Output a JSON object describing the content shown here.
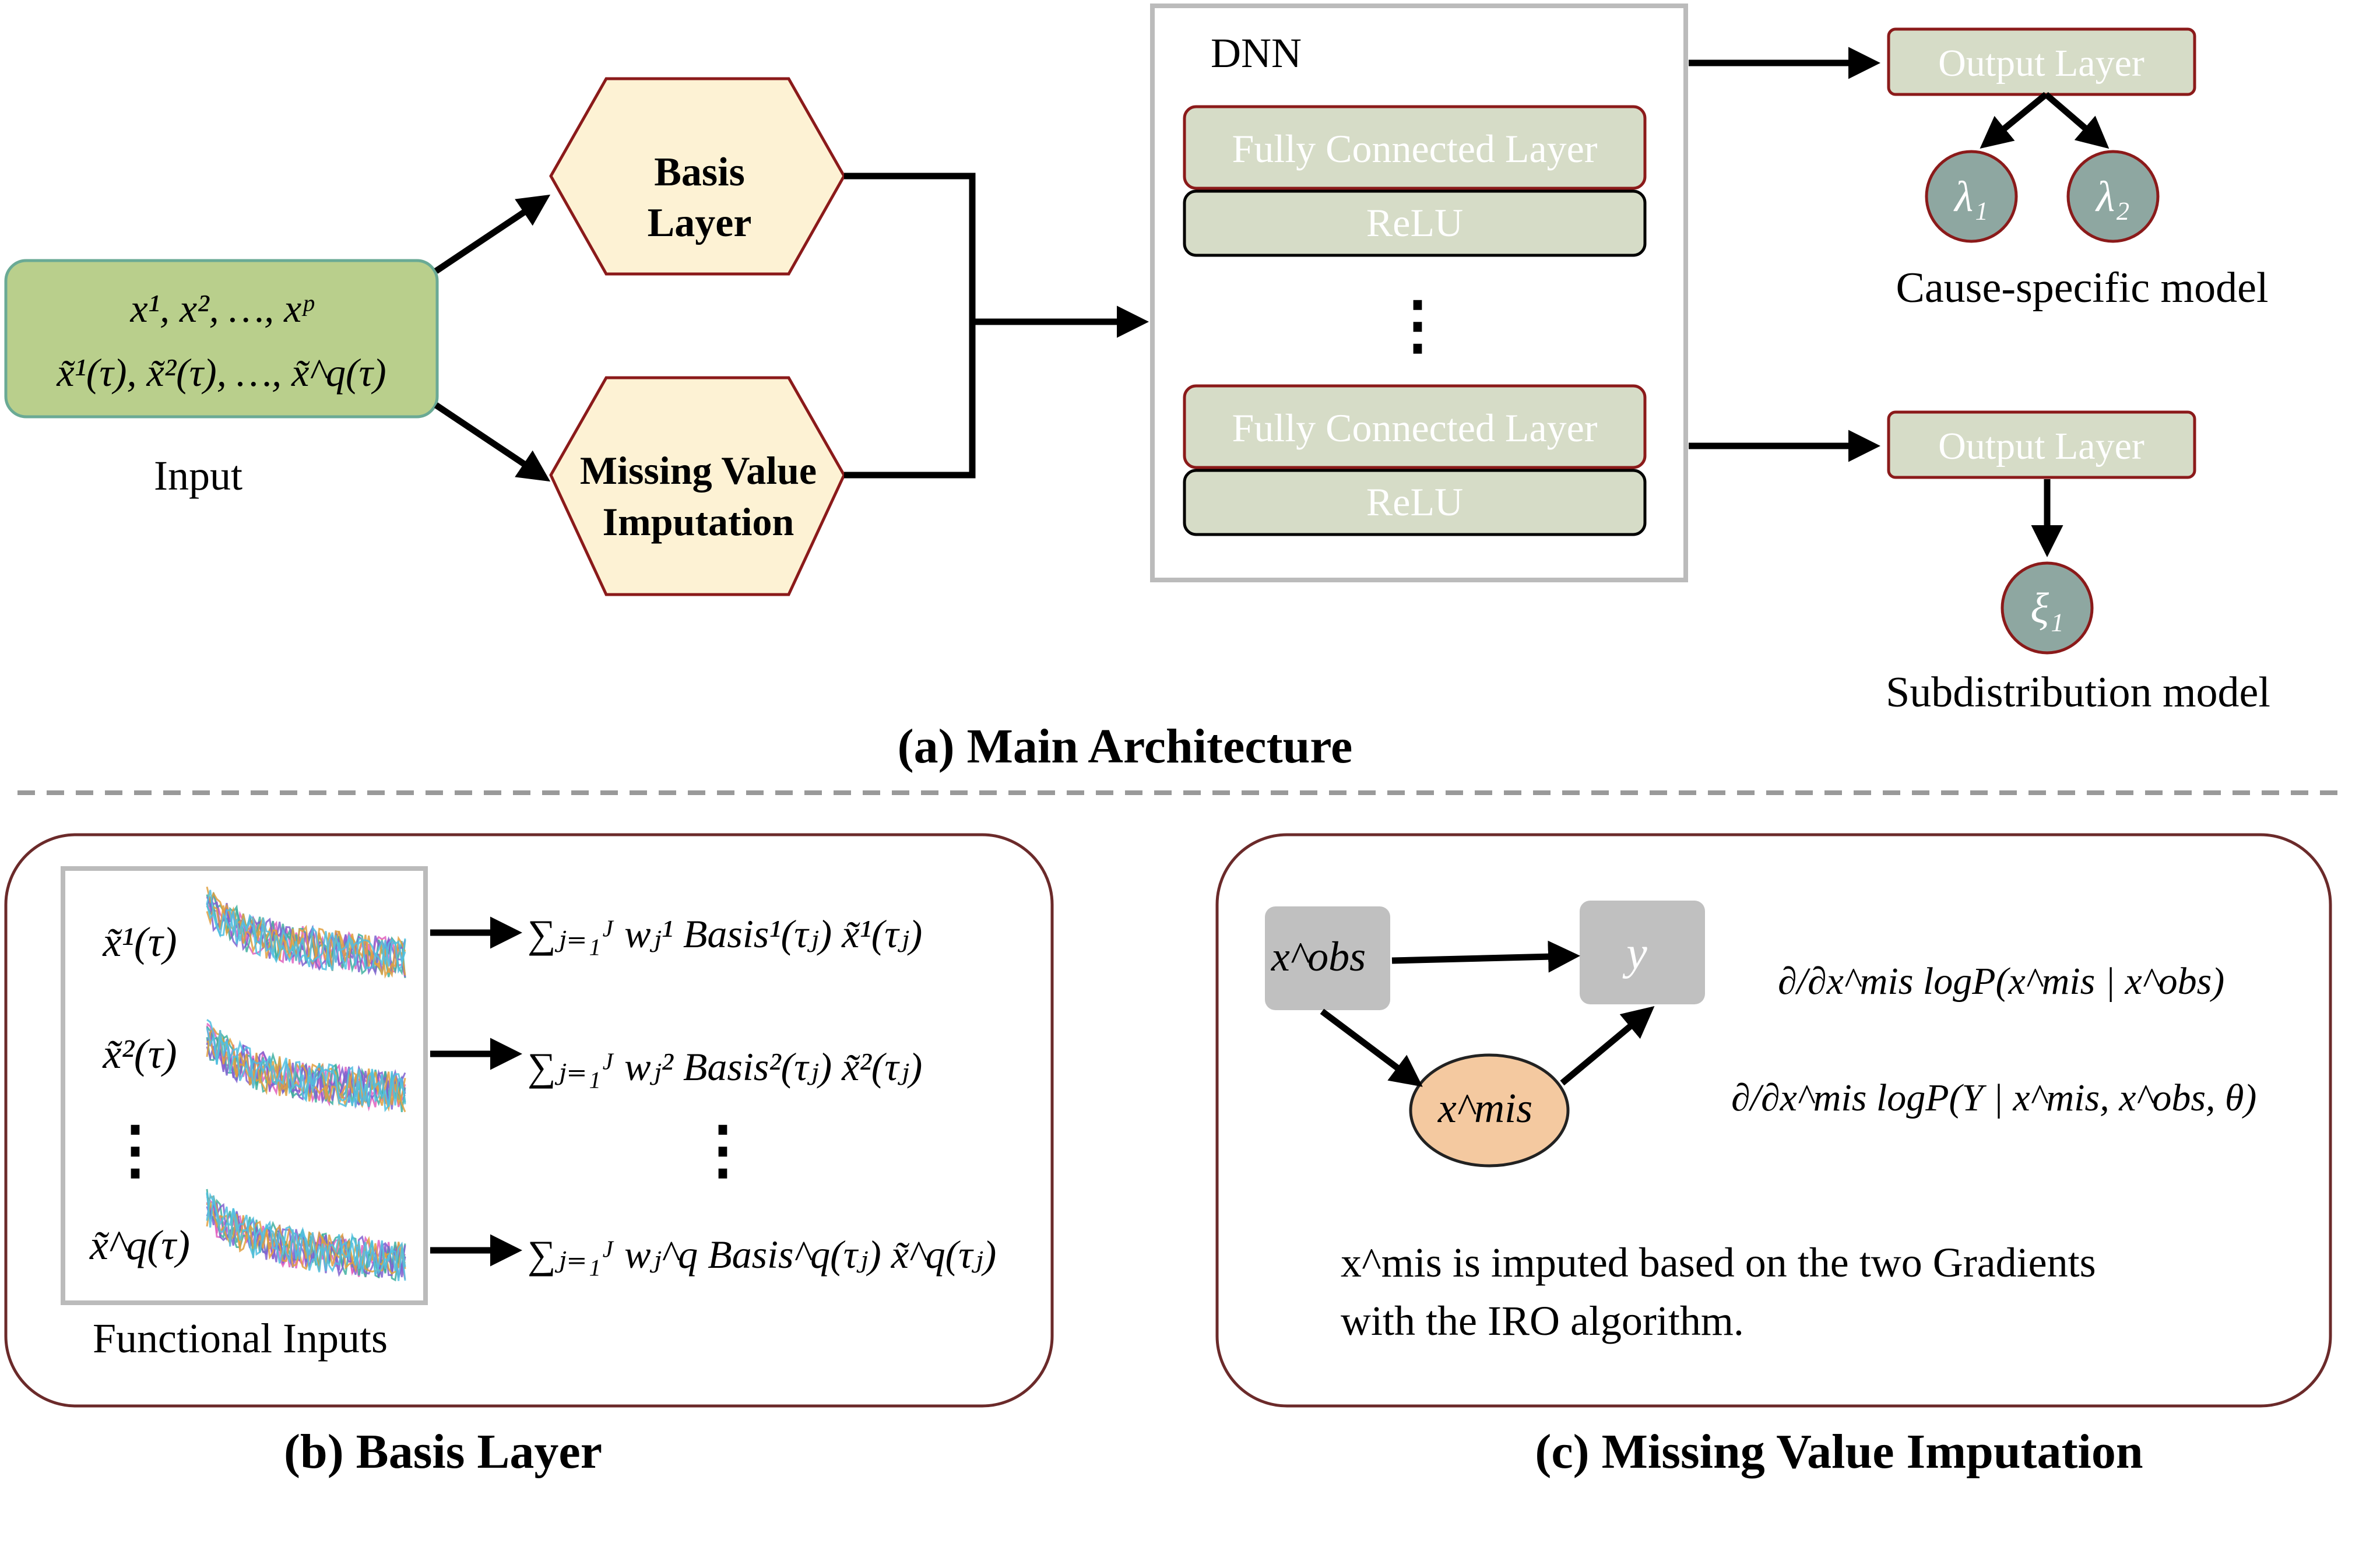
{
  "panel_a": {
    "caption": "(a) Main Architecture",
    "input": {
      "line1": "x¹, x², …, xᵖ",
      "line2": "x̃¹(τ), x̃²(τ), …, x̃^q(τ)",
      "label": "Input"
    },
    "basis_layer": {
      "line1": "Basis",
      "line2": "Layer"
    },
    "imputation": {
      "line1": "Missing Value",
      "line2": "Imputation"
    },
    "dnn": {
      "title": "DNN",
      "fc_label": "Fully Connected Layer",
      "relu_label": "ReLU",
      "ellipsis": "⋮"
    },
    "cause_specific": {
      "output_label": "Output Layer",
      "nodes": [
        "λ₁",
        "λ₂"
      ],
      "caption": "Cause-specific model"
    },
    "subdistribution": {
      "output_label": "Output Layer",
      "nodes": [
        "ξ₁"
      ],
      "caption": "Subdistribution model"
    }
  },
  "panel_b": {
    "caption": "(b) Basis Layer",
    "functional_inputs_label": "Functional Inputs",
    "rows": [
      {
        "input": "x̃¹(τ)",
        "formula": "∑ⱼ₌₁ᴶ wⱼ¹ Basis¹(τⱼ) x̃¹(τⱼ)"
      },
      {
        "input": "x̃²(τ)",
        "formula": "∑ⱼ₌₁ᴶ wⱼ² Basis²(τⱼ) x̃²(τⱼ)"
      },
      {
        "input": "x̃^q(τ)",
        "formula": "∑ⱼ₌₁ᴶ wⱼ^q Basis^q(τⱼ) x̃^q(τⱼ)"
      }
    ],
    "ellipsis": "⋮",
    "colors": [
      "#e060c0",
      "#40b0a0",
      "#8060d0",
      "#e0a040",
      "#50c0e0"
    ]
  },
  "panel_c": {
    "caption": "(c) Missing Value Imputation",
    "nodes": {
      "obs": "x^obs",
      "y": "y",
      "mis": "x^mis"
    },
    "gradients": [
      "∂/∂x^mis logP(x^mis | x^obs)",
      "∂/∂x^mis logP(Y | x^mis, x^obs, θ)"
    ],
    "note_line1": "x^mis is imputed based on the two Gradients",
    "note_line2": "with the IRO algorithm."
  }
}
